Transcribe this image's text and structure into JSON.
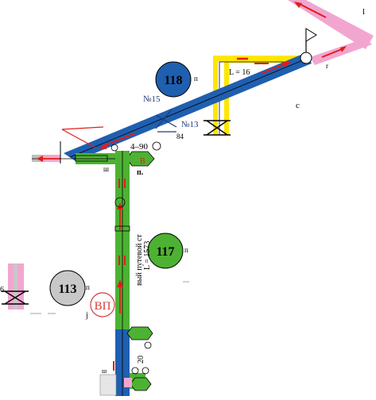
{
  "colors": {
    "main_track": "#1f5fb0",
    "green_track": "#4db233",
    "pink_track": "#f2a6cf",
    "yellow_track": "#ffe600",
    "arrow_red": "#e41b1b",
    "circle_blue": "#1f5fb0",
    "circle_green": "#4db233",
    "circle_gray": "#c8c8c8",
    "vp_red": "#d63a3a",
    "label_navy": "#1f3a7a"
  },
  "stations": [
    {
      "id": "118",
      "suffix": "п",
      "color": "blue"
    },
    {
      "id": "117",
      "suffix": "п",
      "color": "green"
    },
    {
      "id": "113",
      "suffix": "п",
      "color": "gray"
    }
  ],
  "switches": {
    "sw15": "№15",
    "sw13": "№13"
  },
  "labels": {
    "length_top": "L = 16",
    "dim_4_90": "4–90",
    "vertical_track": "вый путевой ст",
    "length_main": "L = 1573",
    "dim_20": "20",
    "vp": "ВП",
    "letter_c": "с",
    "letter_l": "l",
    "letter_r": "r",
    "num_6": "6",
    "small_b": "В",
    "small_p": "п.",
    "small_sh": "ш",
    "frag_84": "84",
    "frag_j": "j",
    "signal_code": "ш"
  }
}
